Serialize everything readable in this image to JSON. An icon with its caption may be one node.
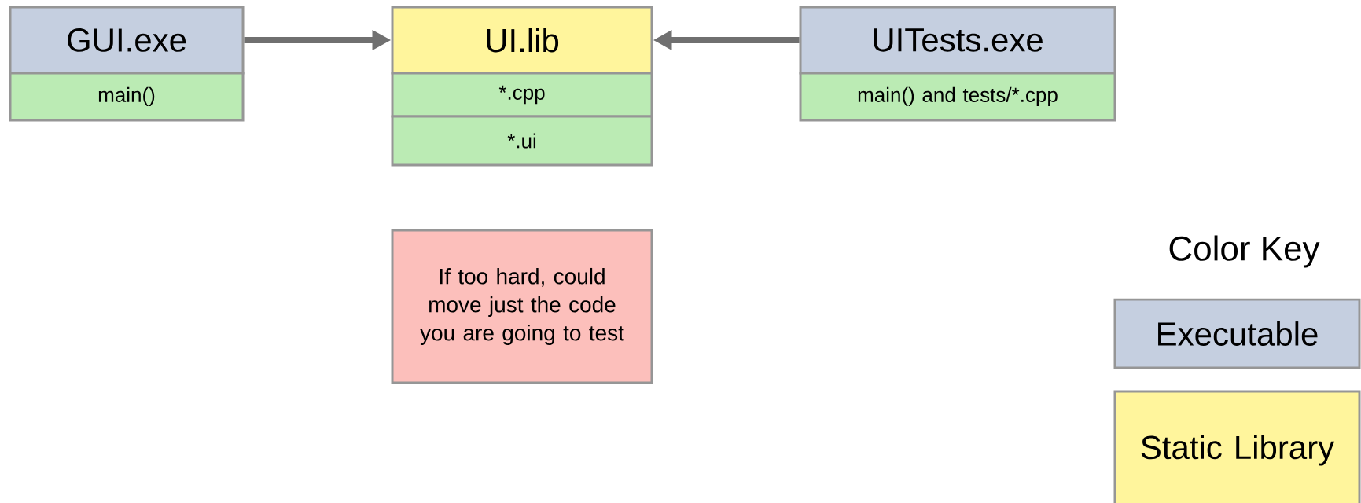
{
  "diagram": {
    "nodes": [
      {
        "text": [
          "GUI.exe"
        ]
      },
      {
        "text": [
          "main()"
        ]
      },
      {
        "text": [
          "UI.lib"
        ]
      },
      {
        "text": [
          "*.cpp"
        ]
      },
      {
        "text": [
          "*.ui"
        ]
      },
      {
        "text": [
          "UITests.exe"
        ]
      },
      {
        "text": [
          "main() and tests/*.cpp"
        ]
      },
      {
        "text": [
          "If too hard, could move just the code you are going to test"
        ]
      }
    ],
    "edges": [
      {
        "from": 0,
        "to": 2,
        "arrow": "to"
      },
      {
        "from": 5,
        "to": 2,
        "arrow": "to"
      }
    ],
    "labels": [
      "Color Key"
    ],
    "legend": [
      {
        "text": "Executable",
        "color": "#c5cfe0"
      },
      {
        "text": "Static Library",
        "color": "#fff59c"
      }
    ]
  }
}
